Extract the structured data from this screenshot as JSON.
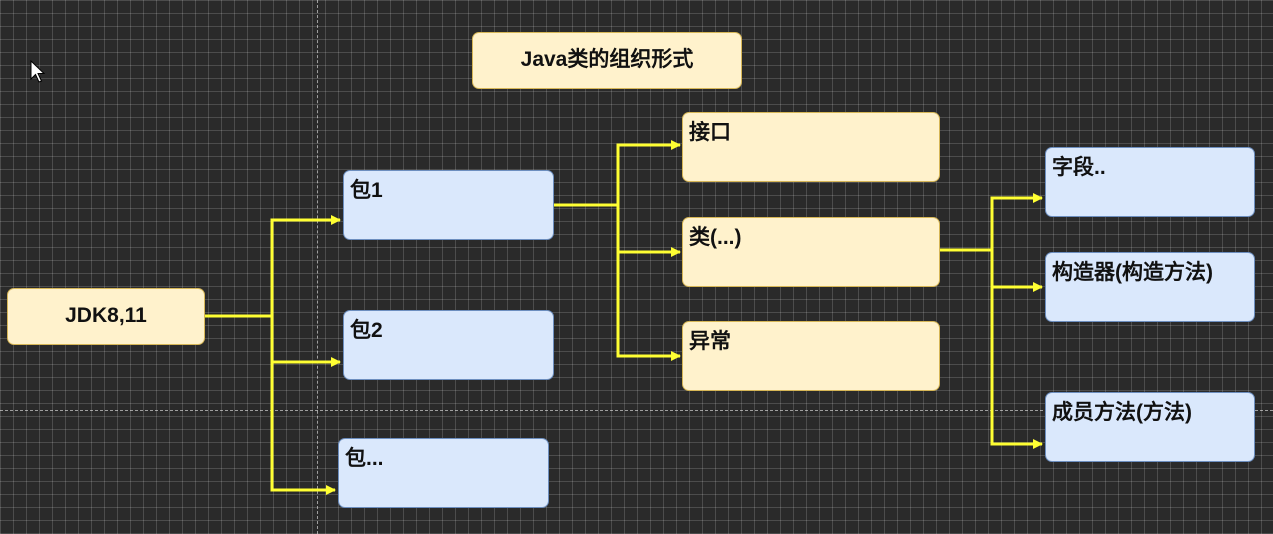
{
  "diagram": {
    "title": "Java类的组织形式",
    "root": "JDK8,11",
    "packages": [
      "包1",
      "包2",
      "包..."
    ],
    "class_members_of_package": [
      "接口",
      "类(...)",
      "异常"
    ],
    "class_members": [
      "字段..",
      "构造器(构造方法)",
      "成员方法(方法)"
    ]
  },
  "colors": {
    "background": "#2a2a2a",
    "yellow_fill": "#fff2cc",
    "yellow_border": "#d6b656",
    "blue_fill": "#dae8fc",
    "blue_border": "#6c8ebf",
    "connector": "#ffff33"
  },
  "icons": [
    "mouse-pointer-icon"
  ]
}
